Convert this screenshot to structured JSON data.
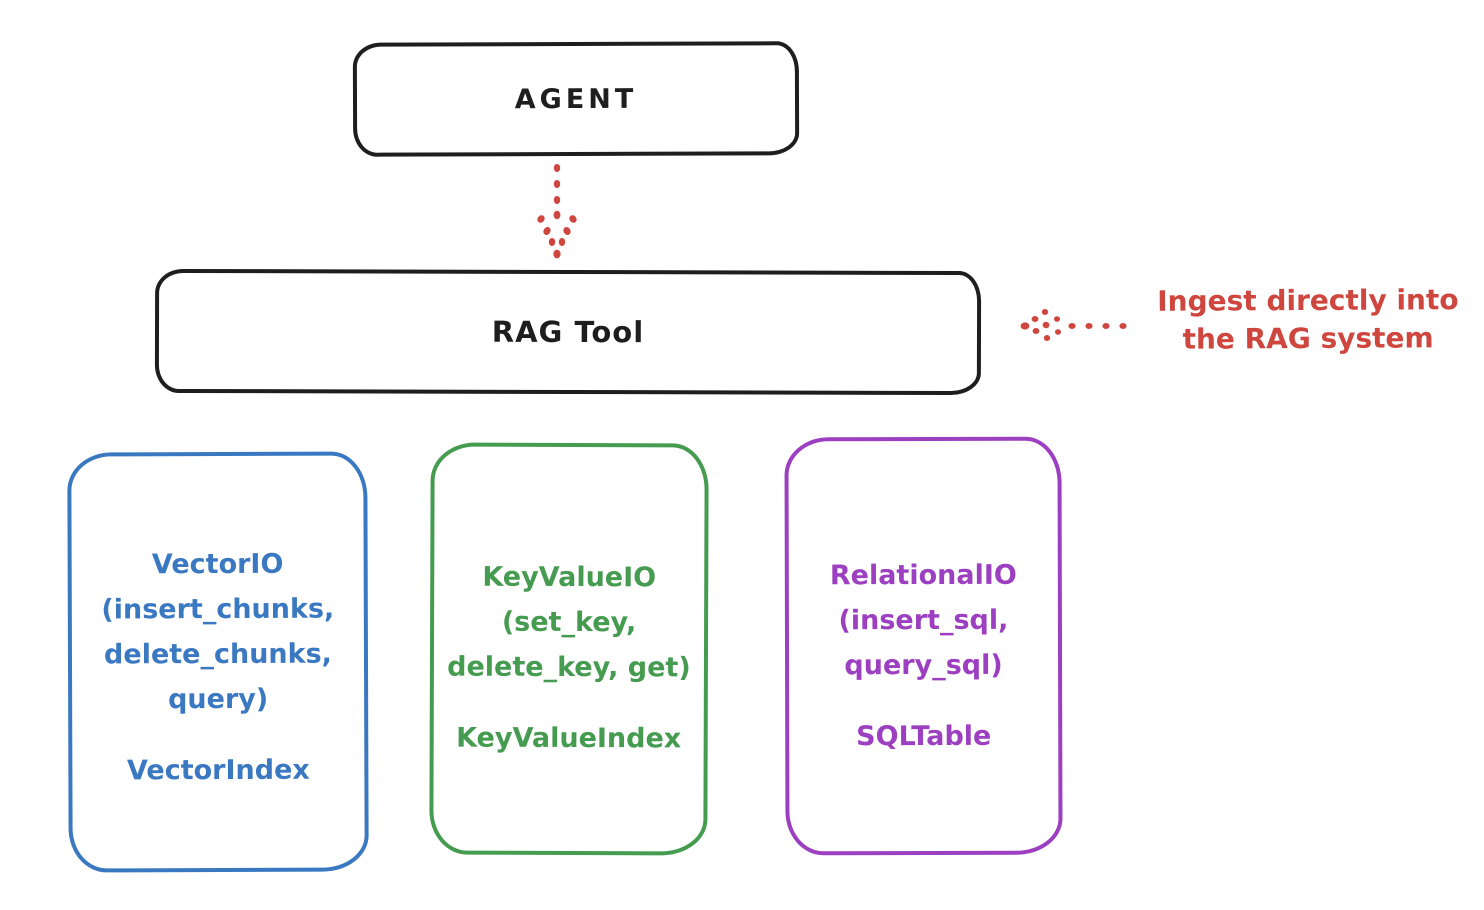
{
  "colors": {
    "ink": "#1e1e1e",
    "red": "#cf463e",
    "blue": "#3b78c2",
    "green": "#459c50",
    "purple": "#9c3fc0",
    "bg": "#ffffff"
  },
  "nodes": {
    "agent": {
      "label": "AGENT"
    },
    "rag_tool": {
      "label": "RAG Tool"
    }
  },
  "annotation": {
    "line1": "Ingest directly into",
    "line2": "the RAG system"
  },
  "icons": {
    "agent_to_rag": "dotted-arrow-down-icon",
    "annotation_to_rag": "dotted-arrow-left-icon"
  },
  "boxes": [
    {
      "name": "vector-io",
      "lines": [
        "VectorIO",
        "(insert_chunks,",
        "delete_chunks,",
        "query)"
      ],
      "footer": "VectorIndex"
    },
    {
      "name": "keyvalue-io",
      "lines": [
        "KeyValueIO",
        "(set_key,",
        "delete_key, get)"
      ],
      "footer": "KeyValueIndex"
    },
    {
      "name": "relational-io",
      "lines": [
        "RelationalIO",
        "(insert_sql,",
        "query_sql)"
      ],
      "footer": "SQLTable"
    }
  ]
}
